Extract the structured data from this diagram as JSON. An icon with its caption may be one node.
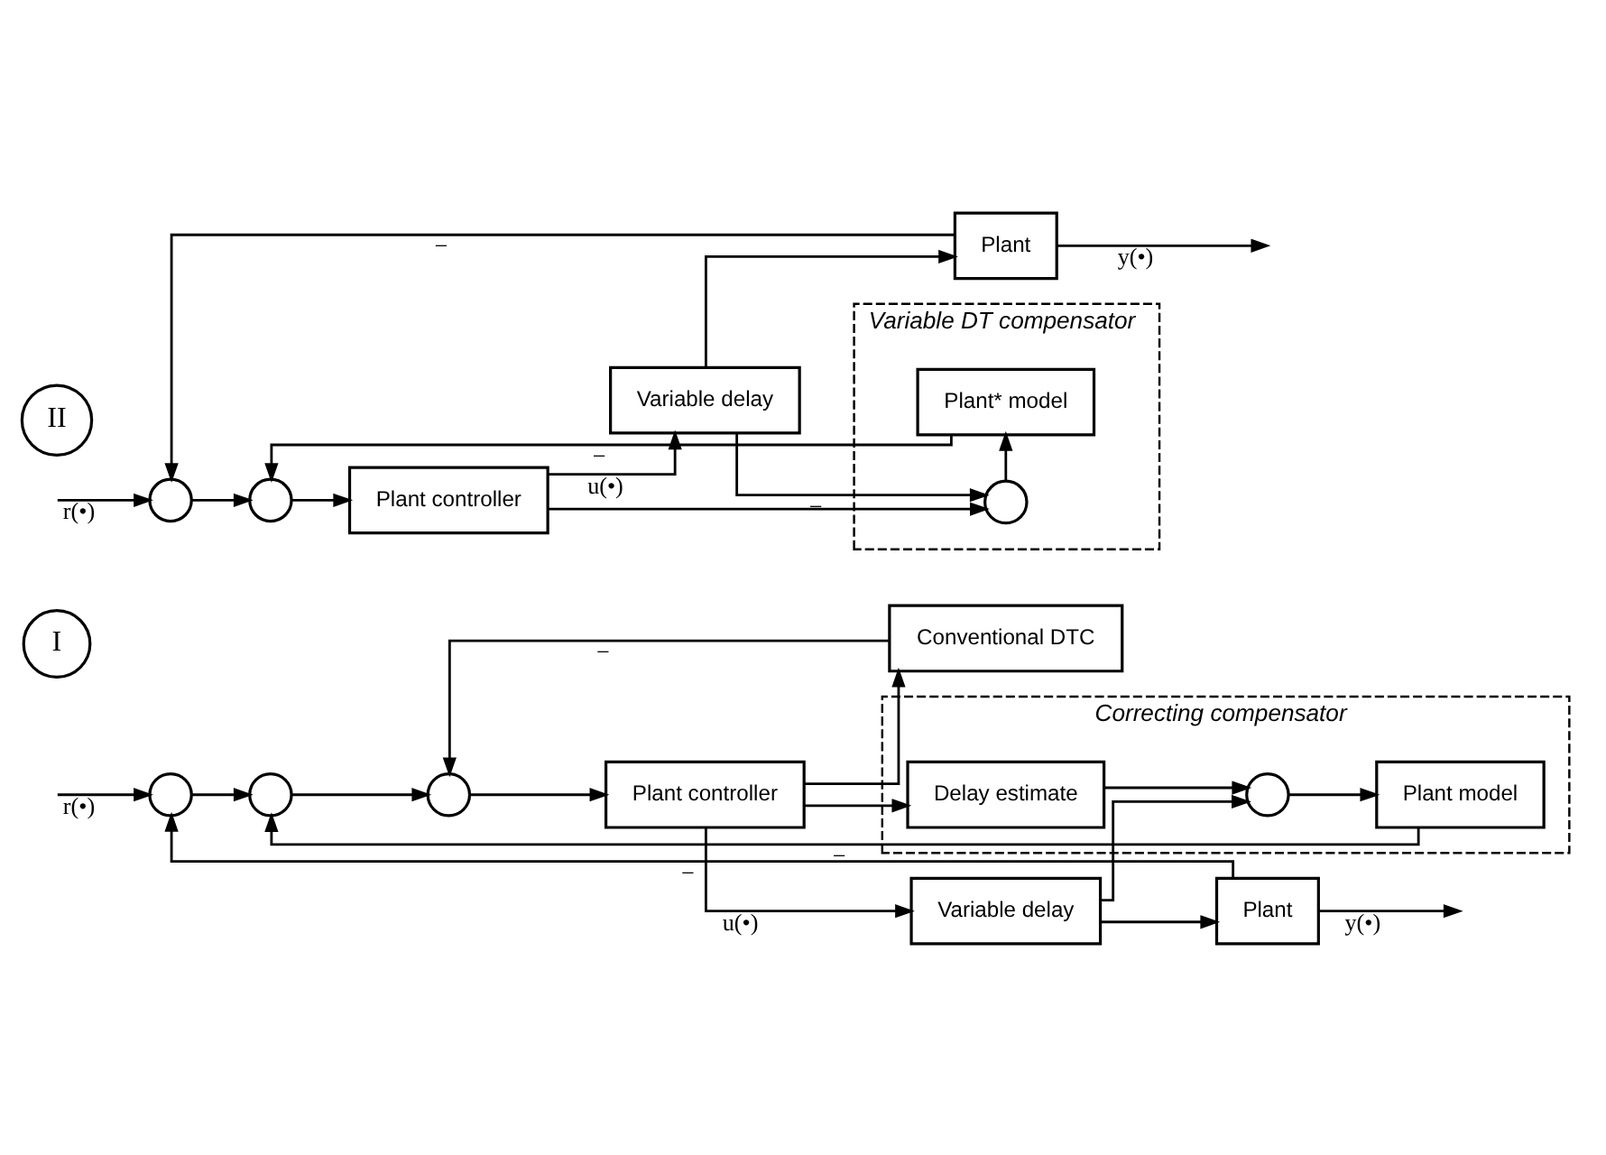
{
  "diagram": {
    "nodes": [
      {
        "text": [],
        "shape": "circle"
      },
      {
        "text": [],
        "shape": "circle"
      },
      {
        "text": [],
        "shape": "circle"
      },
      {
        "text": [
          "Plant controller"
        ]
      },
      {
        "text": [
          "Variable delay"
        ]
      },
      {
        "text": [
          "Plant"
        ]
      },
      {
        "text": [
          "Conventional DTC"
        ]
      },
      {
        "text": [
          "Correcting compensator"
        ]
      },
      {
        "text": [
          "Delay estimate"
        ],
        "in": 7
      },
      {
        "text": [],
        "shape": "circle",
        "in": 7
      },
      {
        "text": [
          "Plant model"
        ],
        "in": 7
      },
      {
        "text": [
          "I"
        ]
      },
      {
        "text": [],
        "shape": "circle"
      },
      {
        "text": [],
        "shape": "circle"
      },
      {
        "text": [
          "Plant controller"
        ]
      },
      {
        "text": [
          "Variable delay"
        ]
      },
      {
        "text": [
          "Plant"
        ]
      },
      {
        "text": [
          "Variable DT compensator"
        ]
      },
      {
        "text": [
          "Plant* model"
        ],
        "in": 17
      },
      {
        "text": [],
        "shape": "circle",
        "in": 17
      },
      {
        "text": [
          "II"
        ]
      }
    ],
    "edges": [
      {
        "from": null,
        "to": 0,
        "arrow": "to",
        "label": "r(•)"
      },
      {
        "from": 0,
        "to": 1,
        "arrow": "to"
      },
      {
        "from": 1,
        "to": 2,
        "arrow": "to"
      },
      {
        "from": 2,
        "to": 3,
        "arrow": "to"
      },
      {
        "from": 3,
        "to": 4,
        "arrow": "to",
        "label": "u(•)"
      },
      {
        "from": 4,
        "to": 5,
        "arrow": "to"
      },
      {
        "from": 5,
        "to": null,
        "arrow": "to",
        "label": "y(•)"
      },
      {
        "from": 3,
        "to": 6,
        "arrow": "to"
      },
      {
        "from": 6,
        "to": 2,
        "arrow": "to",
        "label": "−"
      },
      {
        "from": 3,
        "to": 8,
        "arrow": "to"
      },
      {
        "from": 8,
        "to": 9,
        "arrow": "to"
      },
      {
        "from": 4,
        "to": 9,
        "arrow": "to"
      },
      {
        "from": 9,
        "to": 10,
        "arrow": "to"
      },
      {
        "from": 10,
        "to": 1,
        "arrow": "to",
        "label": "−"
      },
      {
        "from": 5,
        "to": 0,
        "arrow": "to",
        "label": "−"
      },
      {
        "from": null,
        "to": 12,
        "arrow": "to",
        "label": "r(•)"
      },
      {
        "from": 12,
        "to": 13,
        "arrow": "to"
      },
      {
        "from": 13,
        "to": 14,
        "arrow": "to"
      },
      {
        "from": 14,
        "to": 15,
        "arrow": "to",
        "label": "u(•)"
      },
      {
        "from": 15,
        "to": 16,
        "arrow": "to"
      },
      {
        "from": 16,
        "to": null,
        "arrow": "to",
        "label": "y(•)"
      },
      {
        "from": 14,
        "to": 19,
        "arrow": "to"
      },
      {
        "from": 15,
        "to": 19,
        "arrow": "to",
        "label": "−"
      },
      {
        "from": 19,
        "to": 18,
        "arrow": "to"
      },
      {
        "from": 18,
        "to": 13,
        "arrow": "to",
        "label": "−"
      },
      {
        "from": 16,
        "to": 12,
        "arrow": "to",
        "label": "−"
      }
    ]
  }
}
